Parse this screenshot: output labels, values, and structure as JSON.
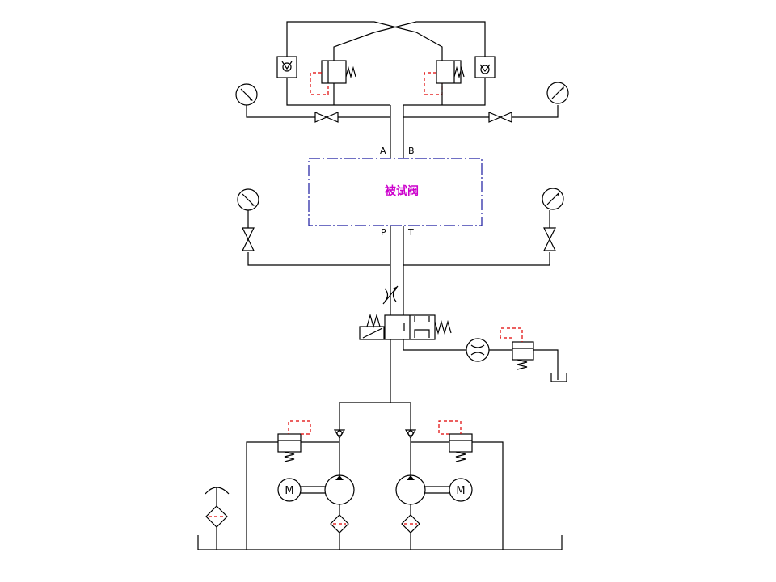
{
  "colors": {
    "line": "#000000",
    "pilot_dashed": "#e00000",
    "test_valve_border": "#1a1aa0",
    "test_valve_label": "#cc00cc"
  },
  "test_valve": {
    "label": "被试阀"
  },
  "ports": {
    "a": "A",
    "b": "B",
    "p": "P",
    "t": "T"
  },
  "motor_symbol": "M"
}
